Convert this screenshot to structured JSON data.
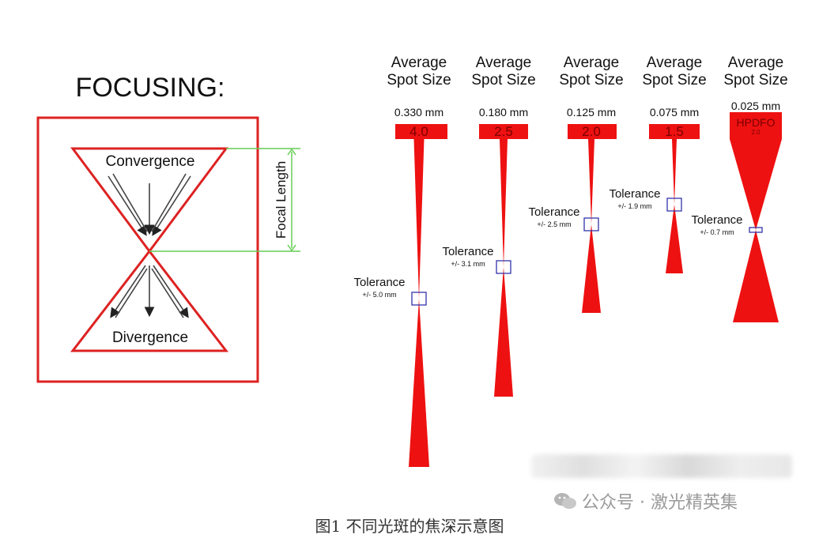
{
  "focusing": {
    "title": "FOCUSING:",
    "convergence_label": "Convergence",
    "divergence_label": "Divergence",
    "focal_length_label": "Focal Length"
  },
  "columns": [
    {
      "header_line1": "Average",
      "header_line2": "Spot Size",
      "spot": "0.330 mm",
      "lens": "4.0",
      "lens_sub": "",
      "tol_label": "Tolerance",
      "tol_value": "+/- 5.0 mm"
    },
    {
      "header_line1": "Average",
      "header_line2": "Spot Size",
      "spot": "0.180 mm",
      "lens": "2.5",
      "lens_sub": "",
      "tol_label": "Tolerance",
      "tol_value": "+/- 3.1 mm"
    },
    {
      "header_line1": "Average",
      "header_line2": "Spot Size",
      "spot": "0.125 mm",
      "lens": "2.0",
      "lens_sub": "",
      "tol_label": "Tolerance",
      "tol_value": "+/- 2.5 mm"
    },
    {
      "header_line1": "Average",
      "header_line2": "Spot Size",
      "spot": "0.075 mm",
      "lens": "1.5",
      "lens_sub": "",
      "tol_label": "Tolerance",
      "tol_value": "+/- 1.9 mm"
    },
    {
      "header_line1": "Average",
      "header_line2": "Spot Size",
      "spot": "0.025 mm",
      "lens": "HPDFO",
      "lens_sub": "2.0",
      "tol_label": "Tolerance",
      "tol_value": "+/- 0.7 mm"
    }
  ],
  "caption": "图1 不同光斑的焦深示意图",
  "watermark": "公众号 · 激光精英集",
  "colors": {
    "beam": "#ee1111",
    "frame": "#dd2222",
    "guide": "#66cc55",
    "box": "#3333aa"
  }
}
